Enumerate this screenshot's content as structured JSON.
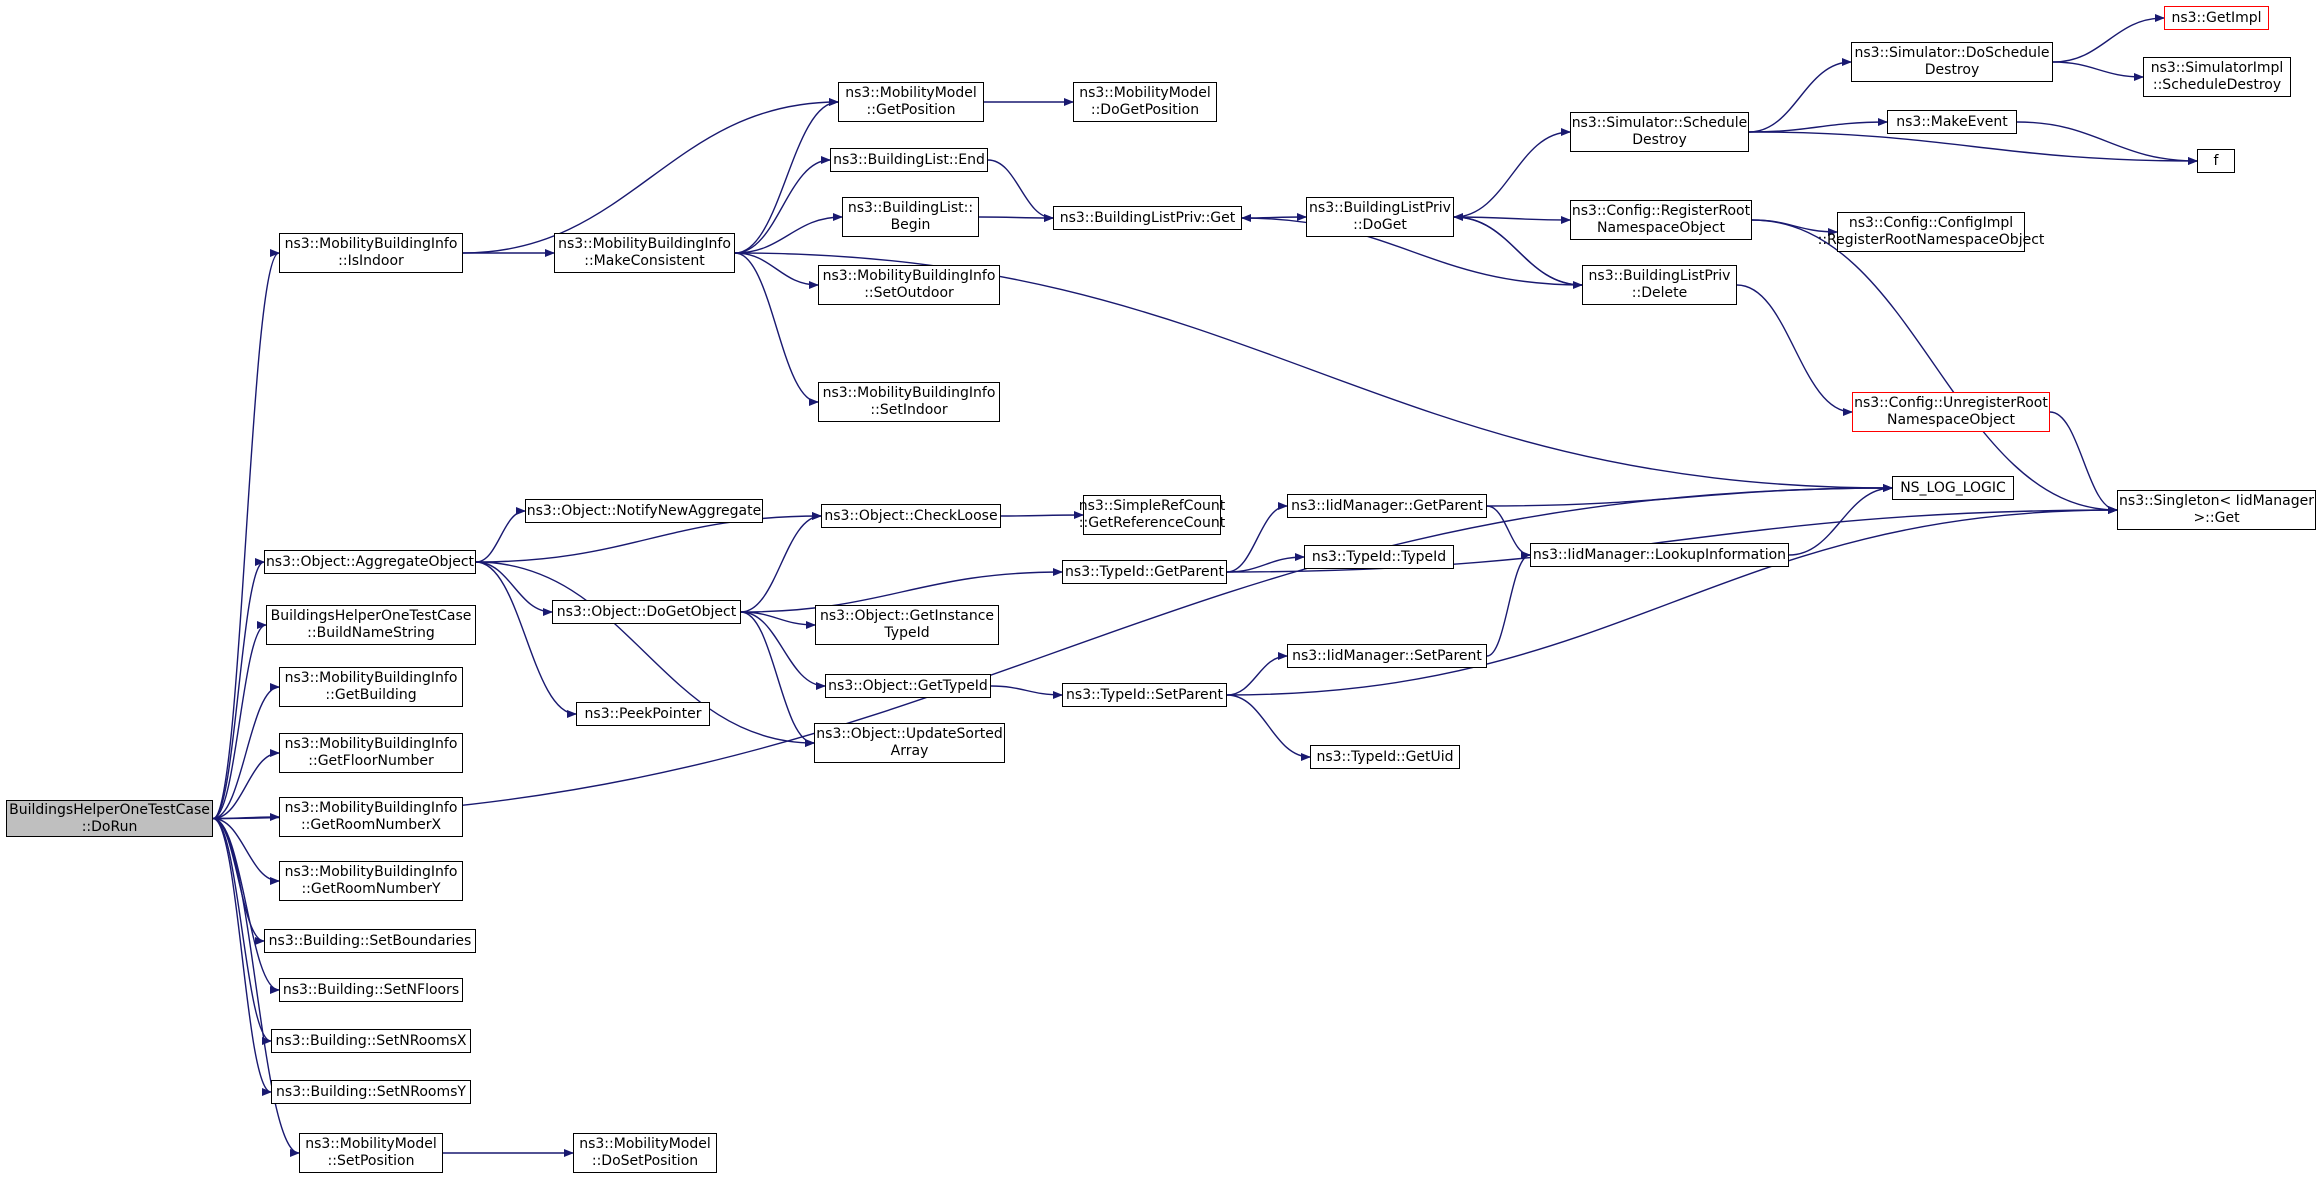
{
  "diagram": {
    "nodes": [
      {
        "id": "root",
        "label": "BuildingsHelperOneTestCase\n::DoRun",
        "style": "root"
      },
      {
        "id": "isindoor",
        "label": "ns3::MobilityBuildingInfo\n::IsIndoor"
      },
      {
        "id": "makeconsistent",
        "label": "ns3::MobilityBuildingInfo\n::MakeConsistent"
      },
      {
        "id": "getposition",
        "label": "ns3::MobilityModel\n::GetPosition"
      },
      {
        "id": "dogetposition",
        "label": "ns3::MobilityModel\n::DoGetPosition"
      },
      {
        "id": "bl_end",
        "label": "ns3::BuildingList::End"
      },
      {
        "id": "bl_begin",
        "label": "ns3::BuildingList::\nBegin"
      },
      {
        "id": "blp_get",
        "label": "ns3::BuildingListPriv::Get"
      },
      {
        "id": "blp_doget",
        "label": "ns3::BuildingListPriv\n::DoGet"
      },
      {
        "id": "sched_destroy",
        "label": "ns3::Simulator::Schedule\nDestroy"
      },
      {
        "id": "do_sched_destroy",
        "label": "ns3::Simulator::DoSchedule\nDestroy"
      },
      {
        "id": "getimpl",
        "label": "ns3::GetImpl",
        "style": "red"
      },
      {
        "id": "simimpl_sched",
        "label": "ns3::SimulatorImpl\n::ScheduleDestroy"
      },
      {
        "id": "makeevent",
        "label": "ns3::MakeEvent"
      },
      {
        "id": "f",
        "label": "f"
      },
      {
        "id": "reg_root",
        "label": "ns3::Config::RegisterRoot\nNamespaceObject"
      },
      {
        "id": "configimpl_reg",
        "label": "ns3::Config::ConfigImpl\n::RegisterRootNamespaceObject"
      },
      {
        "id": "blp_delete",
        "label": "ns3::BuildingListPriv\n::Delete"
      },
      {
        "id": "setoutdoor",
        "label": "ns3::MobilityBuildingInfo\n::SetOutdoor"
      },
      {
        "id": "setindoor",
        "label": "ns3::MobilityBuildingInfo\n::SetIndoor"
      },
      {
        "id": "unreg_root",
        "label": "ns3::Config::UnregisterRoot\nNamespaceObject",
        "style": "red"
      },
      {
        "id": "ns_log_logic",
        "label": "NS_LOG_LOGIC"
      },
      {
        "id": "singleton_get",
        "label": "ns3::Singleton< IidManager\n>::Get"
      },
      {
        "id": "notify_new_agg",
        "label": "ns3::Object::NotifyNewAggregate"
      },
      {
        "id": "checkloose",
        "label": "ns3::Object::CheckLoose"
      },
      {
        "id": "getrefcount",
        "label": "ns3::SimpleRefCount\n::GetReferenceCount"
      },
      {
        "id": "aggregate",
        "label": "ns3::Object::AggregateObject"
      },
      {
        "id": "dogetobject",
        "label": "ns3::Object::DoGetObject"
      },
      {
        "id": "iid_getparent",
        "label": "ns3::IidManager::GetParent"
      },
      {
        "id": "typeid_getparent",
        "label": "ns3::TypeId::GetParent"
      },
      {
        "id": "typeid_typeid",
        "label": "ns3::TypeId::TypeId"
      },
      {
        "id": "iid_lookup",
        "label": "ns3::IidManager::LookupInformation"
      },
      {
        "id": "buildnamestring",
        "label": "BuildingsHelperOneTestCase\n::BuildNameString"
      },
      {
        "id": "getinstancetypeid",
        "label": "ns3::Object::GetInstance\nTypeId"
      },
      {
        "id": "gettypeid",
        "label": "ns3::Object::GetTypeId"
      },
      {
        "id": "typeid_setparent",
        "label": "ns3::TypeId::SetParent"
      },
      {
        "id": "iid_setparent",
        "label": "ns3::IidManager::SetParent"
      },
      {
        "id": "getbuilding",
        "label": "ns3::MobilityBuildingInfo\n::GetBuilding"
      },
      {
        "id": "peekpointer",
        "label": "ns3::PeekPointer"
      },
      {
        "id": "updatesorted",
        "label": "ns3::Object::UpdateSorted\nArray"
      },
      {
        "id": "getfloornumber",
        "label": "ns3::MobilityBuildingInfo\n::GetFloorNumber"
      },
      {
        "id": "typeid_getuid",
        "label": "ns3::TypeId::GetUid"
      },
      {
        "id": "getroomx",
        "label": "ns3::MobilityBuildingInfo\n::GetRoomNumberX"
      },
      {
        "id": "getroomy",
        "label": "ns3::MobilityBuildingInfo\n::GetRoomNumberY"
      },
      {
        "id": "setboundaries",
        "label": "ns3::Building::SetBoundaries"
      },
      {
        "id": "setnfloors",
        "label": "ns3::Building::SetNFloors"
      },
      {
        "id": "setnroomsx",
        "label": "ns3::Building::SetNRoomsX"
      },
      {
        "id": "setnroomsy",
        "label": "ns3::Building::SetNRoomsY"
      },
      {
        "id": "setposition",
        "label": "ns3::MobilityModel\n::SetPosition"
      },
      {
        "id": "dosetposition",
        "label": "ns3::MobilityModel\n::DoSetPosition"
      }
    ],
    "edges": [
      [
        "root",
        "isindoor"
      ],
      [
        "root",
        "ns_log_logic"
      ],
      [
        "root",
        "aggregate"
      ],
      [
        "root",
        "buildnamestring"
      ],
      [
        "root",
        "getbuilding"
      ],
      [
        "root",
        "getfloornumber"
      ],
      [
        "root",
        "getroomx"
      ],
      [
        "root",
        "getroomy"
      ],
      [
        "root",
        "setboundaries"
      ],
      [
        "root",
        "setnfloors"
      ],
      [
        "root",
        "setnroomsx"
      ],
      [
        "root",
        "setnroomsy"
      ],
      [
        "root",
        "setposition"
      ],
      [
        "isindoor",
        "getposition"
      ],
      [
        "isindoor",
        "makeconsistent"
      ],
      [
        "makeconsistent",
        "getposition"
      ],
      [
        "makeconsistent",
        "bl_end"
      ],
      [
        "makeconsistent",
        "bl_begin"
      ],
      [
        "makeconsistent",
        "setoutdoor"
      ],
      [
        "makeconsistent",
        "setindoor"
      ],
      [
        "makeconsistent",
        "ns_log_logic"
      ],
      [
        "getposition",
        "dogetposition"
      ],
      [
        "bl_end",
        "blp_get"
      ],
      [
        "bl_begin",
        "blp_get"
      ],
      [
        "blp_get",
        "blp_doget"
      ],
      [
        "blp_doget",
        "sched_destroy"
      ],
      [
        "blp_doget",
        "reg_root"
      ],
      [
        "blp_doget",
        "blp_delete"
      ],
      [
        "blp_delete",
        "blp_get"
      ],
      [
        "blp_delete",
        "blp_doget"
      ],
      [
        "blp_delete",
        "unreg_root"
      ],
      [
        "sched_destroy",
        "do_sched_destroy"
      ],
      [
        "sched_destroy",
        "makeevent"
      ],
      [
        "sched_destroy",
        "f"
      ],
      [
        "do_sched_destroy",
        "getimpl"
      ],
      [
        "do_sched_destroy",
        "simimpl_sched"
      ],
      [
        "makeevent",
        "f"
      ],
      [
        "reg_root",
        "configimpl_reg"
      ],
      [
        "reg_root",
        "singleton_get"
      ],
      [
        "unreg_root",
        "singleton_get"
      ],
      [
        "aggregate",
        "notify_new_agg"
      ],
      [
        "aggregate",
        "checkloose"
      ],
      [
        "aggregate",
        "dogetobject"
      ],
      [
        "aggregate",
        "peekpointer"
      ],
      [
        "aggregate",
        "updatesorted"
      ],
      [
        "checkloose",
        "getrefcount"
      ],
      [
        "dogetobject",
        "checkloose"
      ],
      [
        "dogetobject",
        "typeid_getparent"
      ],
      [
        "dogetobject",
        "getinstancetypeid"
      ],
      [
        "dogetobject",
        "gettypeid"
      ],
      [
        "dogetobject",
        "updatesorted"
      ],
      [
        "typeid_getparent",
        "iid_getparent"
      ],
      [
        "typeid_getparent",
        "typeid_typeid"
      ],
      [
        "typeid_getparent",
        "singleton_get"
      ],
      [
        "iid_getparent",
        "ns_log_logic"
      ],
      [
        "iid_getparent",
        "iid_lookup"
      ],
      [
        "iid_lookup",
        "ns_log_logic"
      ],
      [
        "gettypeid",
        "typeid_setparent"
      ],
      [
        "typeid_setparent",
        "iid_setparent"
      ],
      [
        "typeid_setparent",
        "singleton_get"
      ],
      [
        "typeid_setparent",
        "typeid_getuid"
      ],
      [
        "iid_setparent",
        "iid_lookup"
      ],
      [
        "setposition",
        "dosetposition"
      ]
    ],
    "colors": {
      "edge": "#191970",
      "border": "#000000",
      "highlight_border": "#ff0000",
      "root_fill": "#bfbfbf"
    }
  }
}
